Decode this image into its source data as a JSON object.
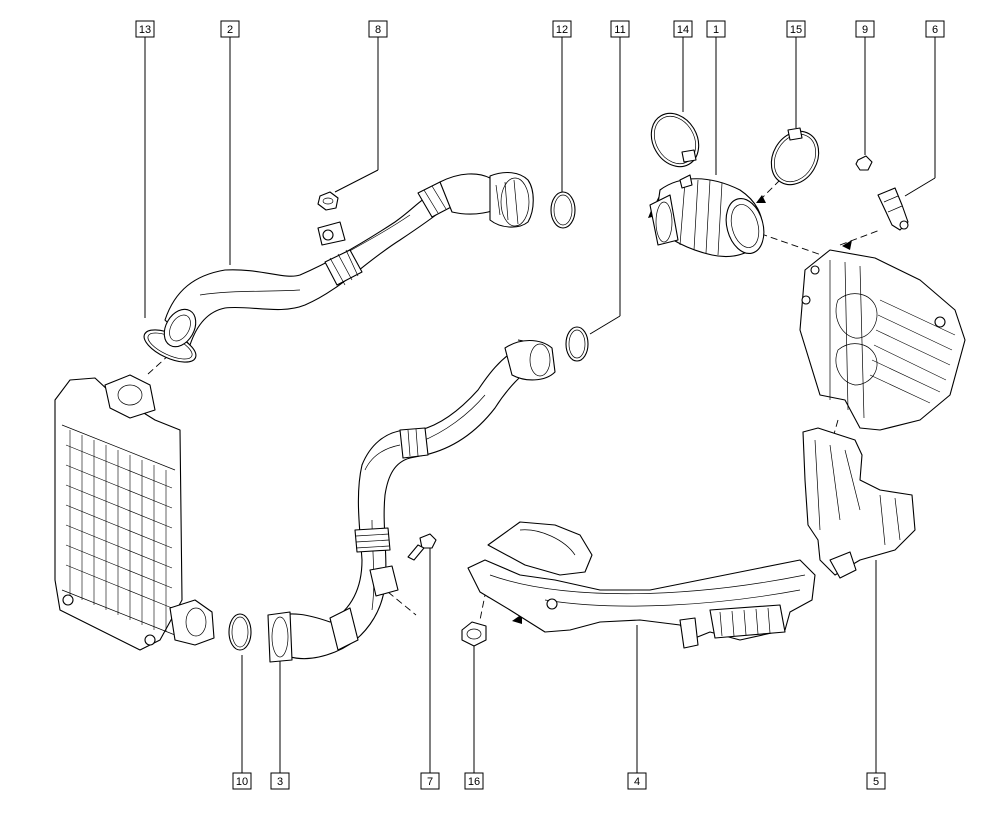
{
  "diagram": {
    "callouts": [
      {
        "id": "13",
        "label": "13"
      },
      {
        "id": "2",
        "label": "2"
      },
      {
        "id": "8",
        "label": "8"
      },
      {
        "id": "12",
        "label": "12"
      },
      {
        "id": "11",
        "label": "11"
      },
      {
        "id": "14",
        "label": "14"
      },
      {
        "id": "1",
        "label": "1"
      },
      {
        "id": "15",
        "label": "15"
      },
      {
        "id": "9",
        "label": "9"
      },
      {
        "id": "6",
        "label": "6"
      },
      {
        "id": "10",
        "label": "10"
      },
      {
        "id": "3",
        "label": "3"
      },
      {
        "id": "7",
        "label": "7"
      },
      {
        "id": "16",
        "label": "16"
      },
      {
        "id": "4",
        "label": "4"
      },
      {
        "id": "5",
        "label": "5"
      }
    ],
    "parts": [
      {
        "ref": "1",
        "icon": "turbo-inlet-hose-icon"
      },
      {
        "ref": "2",
        "icon": "upper-intercooler-pipe-icon"
      },
      {
        "ref": "3",
        "icon": "lower-intercooler-hose-icon"
      },
      {
        "ref": "4",
        "icon": "air-intake-duct-icon"
      },
      {
        "ref": "5",
        "icon": "air-inlet-scoop-icon"
      },
      {
        "ref": "6",
        "icon": "sensor-icon"
      },
      {
        "ref": "7",
        "icon": "bolt-icon"
      },
      {
        "ref": "8",
        "icon": "nut-icon"
      },
      {
        "ref": "9",
        "icon": "bolt-icon"
      },
      {
        "ref": "10",
        "icon": "o-ring-icon"
      },
      {
        "ref": "11",
        "icon": "o-ring-icon"
      },
      {
        "ref": "12",
        "icon": "o-ring-icon"
      },
      {
        "ref": "13",
        "icon": "o-ring-icon"
      },
      {
        "ref": "14",
        "icon": "hose-clamp-icon"
      },
      {
        "ref": "15",
        "icon": "hose-clamp-icon"
      },
      {
        "ref": "16",
        "icon": "clip-fastener-icon"
      }
    ]
  }
}
